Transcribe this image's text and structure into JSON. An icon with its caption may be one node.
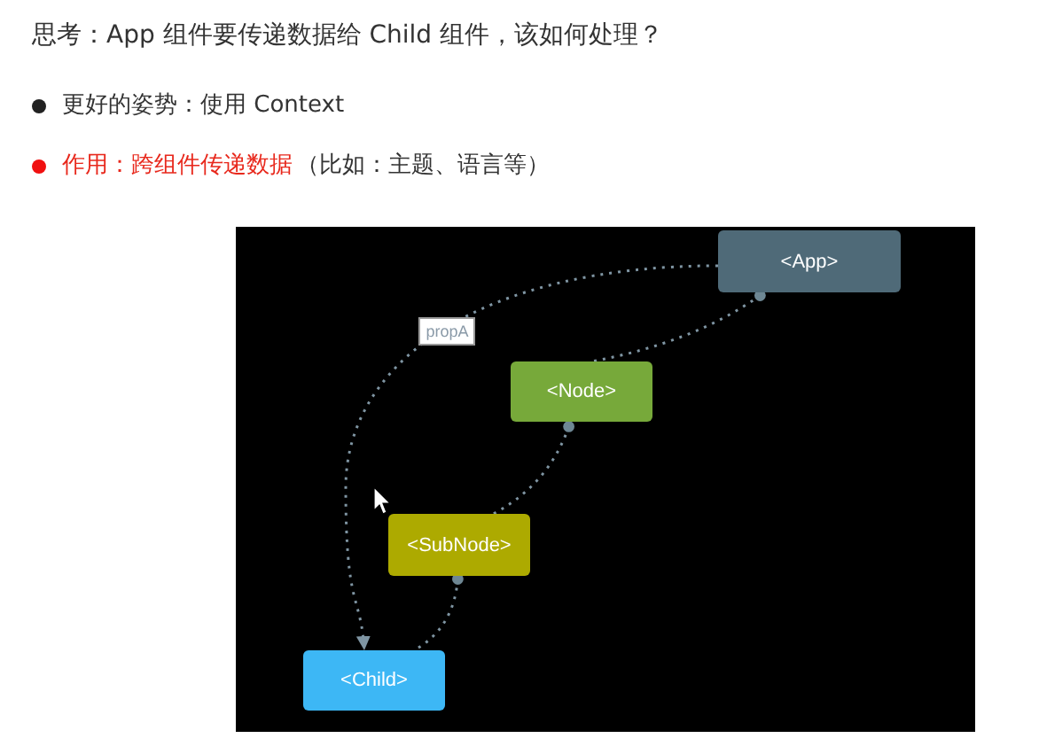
{
  "diagram": {
    "nodes": [
      {
        "text": [
          "<App>"
        ]
      },
      {
        "text": [
          "<Node>"
        ]
      },
      {
        "text": [
          "<SubNode>"
        ]
      },
      {
        "text": [
          "<Child>"
        ]
      }
    ],
    "edges": [
      {
        "from": 0,
        "to": 3,
        "arrow": "to",
        "label": "propA",
        "style": "dashed"
      },
      {
        "from": 0,
        "to": 1,
        "arrow": "other",
        "style": "dashed"
      },
      {
        "from": 1,
        "to": 2,
        "arrow": "other",
        "style": "dashed"
      },
      {
        "from": 2,
        "to": 3,
        "arrow": "other",
        "style": "dashed"
      }
    ],
    "labels": [
      "思考：App 组件要传递数据给 Child 组件，该如何处理？",
      "更好的姿势：使用 Context",
      "作用：跨组件传递数据",
      "（比如：主题、语言等）"
    ]
  }
}
